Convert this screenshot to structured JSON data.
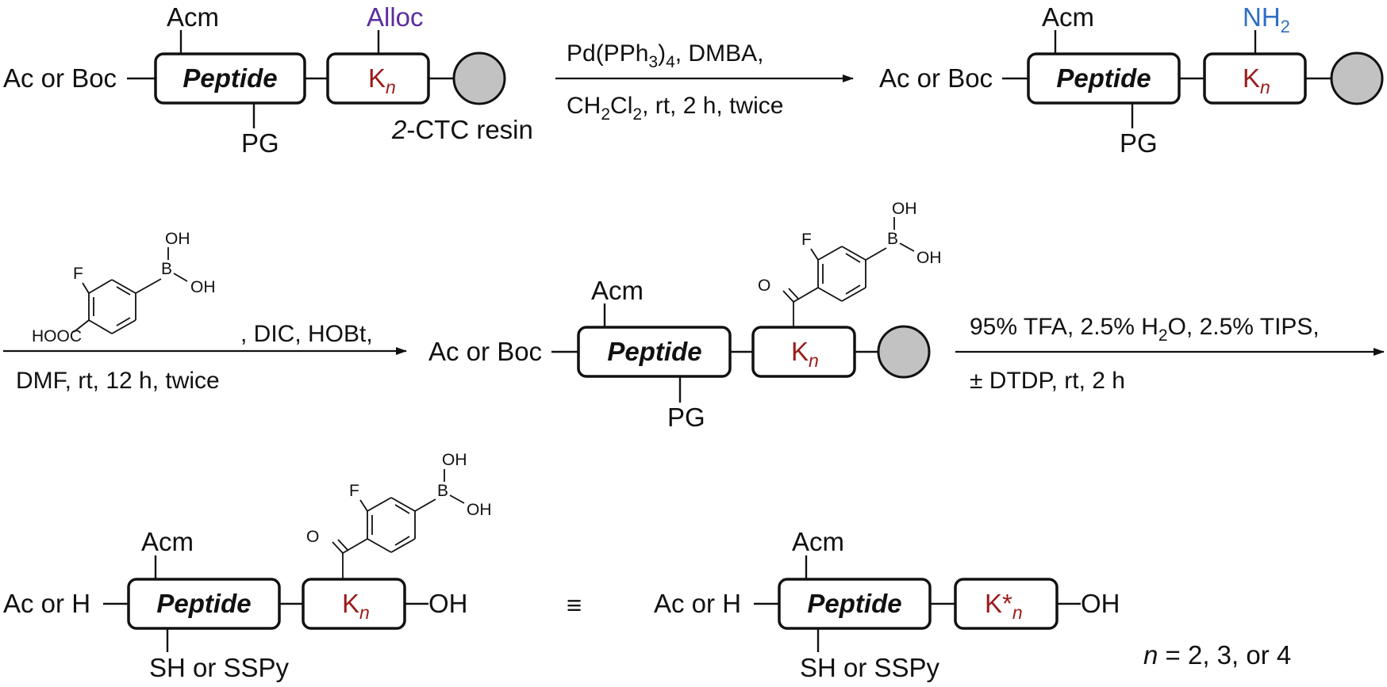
{
  "colors": {
    "kn_red": "#9b1b1b",
    "alloc_purple": "#5b2d9e",
    "nh2_blue": "#2f6fc4",
    "resin_grey": "#c2c2c2"
  },
  "common": {
    "peptide": "Peptide",
    "k": "K",
    "k_star": "K*",
    "n": "n",
    "acm": "Acm",
    "pg": "PG",
    "ac_or_boc": "Ac or Boc",
    "ac_or_h": "Ac or H",
    "oh": "OH",
    "sh_or_sspy": "SH or SSPy",
    "alloc": "Alloc",
    "nh": "NH",
    "nh_sub": "2",
    "resin_italic": "2",
    "resin_rest": "-CTC resin",
    "equiv": "≡"
  },
  "mol": {
    "f": "F",
    "b": "B",
    "oh": "OH",
    "o": "O",
    "hooc": "HOOC"
  },
  "step1": {
    "line1_a": "Pd(PPh",
    "line1_sub": "3",
    "line1_b": ")",
    "line1_sub2": "4",
    "line1_c": ", DMBA,",
    "line2_a": "CH",
    "line2_sub1": "2",
    "line2_b": "Cl",
    "line2_sub2": "2",
    "line2_c": ", rt, 2 h, twice"
  },
  "step2": {
    "line1": ", DIC, HOBt,",
    "line2": "DMF, rt, 12 h, twice"
  },
  "step3": {
    "line1_a": "95% TFA, 2.5% H",
    "line1_sub": "2",
    "line1_b": "O, 2.5% TIPS,",
    "line2": "± DTDP, rt, 2 h"
  },
  "footnote": {
    "n": "n",
    "rest": " = 2, 3, or 4"
  }
}
